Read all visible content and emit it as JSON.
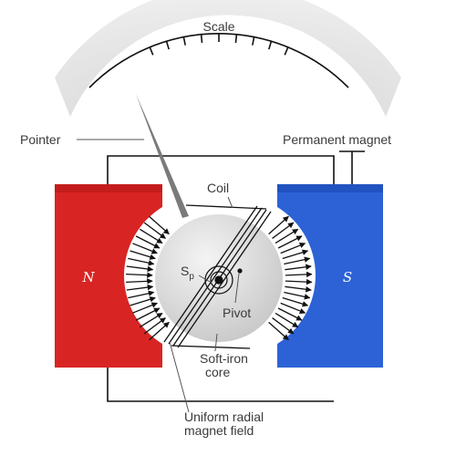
{
  "title": "",
  "labels": {
    "scale": "Scale",
    "pointer": "Pointer",
    "permanent_magnet": "Permanent magnet",
    "coil": "Coil",
    "spring": "S",
    "spring_sub": "p",
    "pivot": "Pivot",
    "core_line1": "Soft-iron",
    "core_line2": "core",
    "field_line1": "Uniform radial",
    "field_line2": "magnet field",
    "north": "N",
    "south": "S"
  },
  "colors": {
    "north_pole": "#d92424",
    "south_pole": "#2c62d6",
    "scale_band": "#e6e6e6",
    "core": "#dcdcdc",
    "text": "#3a3a3a"
  },
  "scale": {
    "tick_count": 9
  },
  "field": {
    "arrows_per_side": 18
  }
}
